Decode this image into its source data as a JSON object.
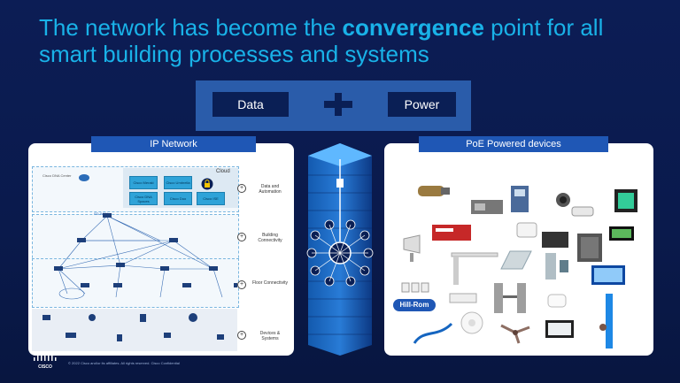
{
  "title": {
    "part1": "The network has become the ",
    "bold": "convergence",
    "part2": " point for all smart building processes and systems"
  },
  "convergence": {
    "data_label": "Data",
    "power_label": "Power"
  },
  "ip_network": {
    "heading": "IP Network",
    "cloud_label": "Cloud",
    "dna_center": "Cisco DNA Center",
    "wan_label": "SD-WAN",
    "cloud_services": [
      "Cisco Meraki",
      "Cisco Umbrella",
      "Cisco DNA Spaces",
      "Cisco Duo",
      "Cisco ISE"
    ],
    "side_labels": [
      "Data and Automation",
      "Building Connectivity",
      "Floor Connectivity",
      "Devices & Systems"
    ]
  },
  "poe": {
    "heading": "PoE Powered devices",
    "brand": "Hill-Rom"
  },
  "footer": {
    "copyright": "© 2022  Cisco and/or its affiliates. All rights reserved.   Cisco Confidential"
  },
  "colors": {
    "title": "#19b2e8",
    "background": "#0b1a4a",
    "bar": "#2a5caa",
    "label": "#1f57b5"
  }
}
